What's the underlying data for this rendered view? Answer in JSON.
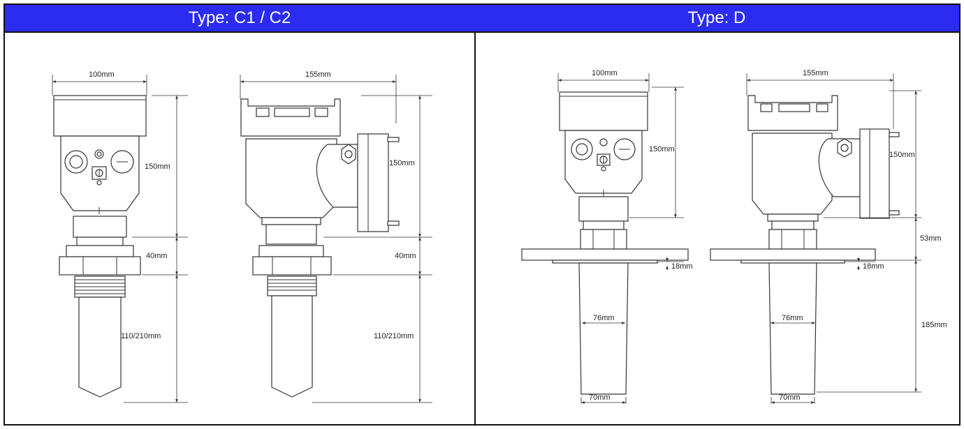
{
  "panels": [
    {
      "title": "Type: C1 / C2",
      "front": {
        "width": "100mm",
        "head_height": "150mm",
        "neck": "40mm",
        "probe": "110/210mm"
      },
      "side": {
        "width": "155mm",
        "head_height": "150mm",
        "neck": "40mm",
        "probe": "110/210mm"
      }
    },
    {
      "title": "Type: D",
      "front": {
        "width": "100mm",
        "head_height": "150mm",
        "flange": "18mm",
        "horn_top": "76mm",
        "horn_bottom": "70mm"
      },
      "side": {
        "width": "155mm",
        "head_height": "150mm",
        "neck": "53mm",
        "flange": "18mm",
        "horn_top": "76mm",
        "horn_bottom": "70mm",
        "probe": "185mm"
      }
    }
  ],
  "colors": {
    "header_bg": "#2b2bf2",
    "header_text": "#ffffff",
    "line": "#333333"
  }
}
